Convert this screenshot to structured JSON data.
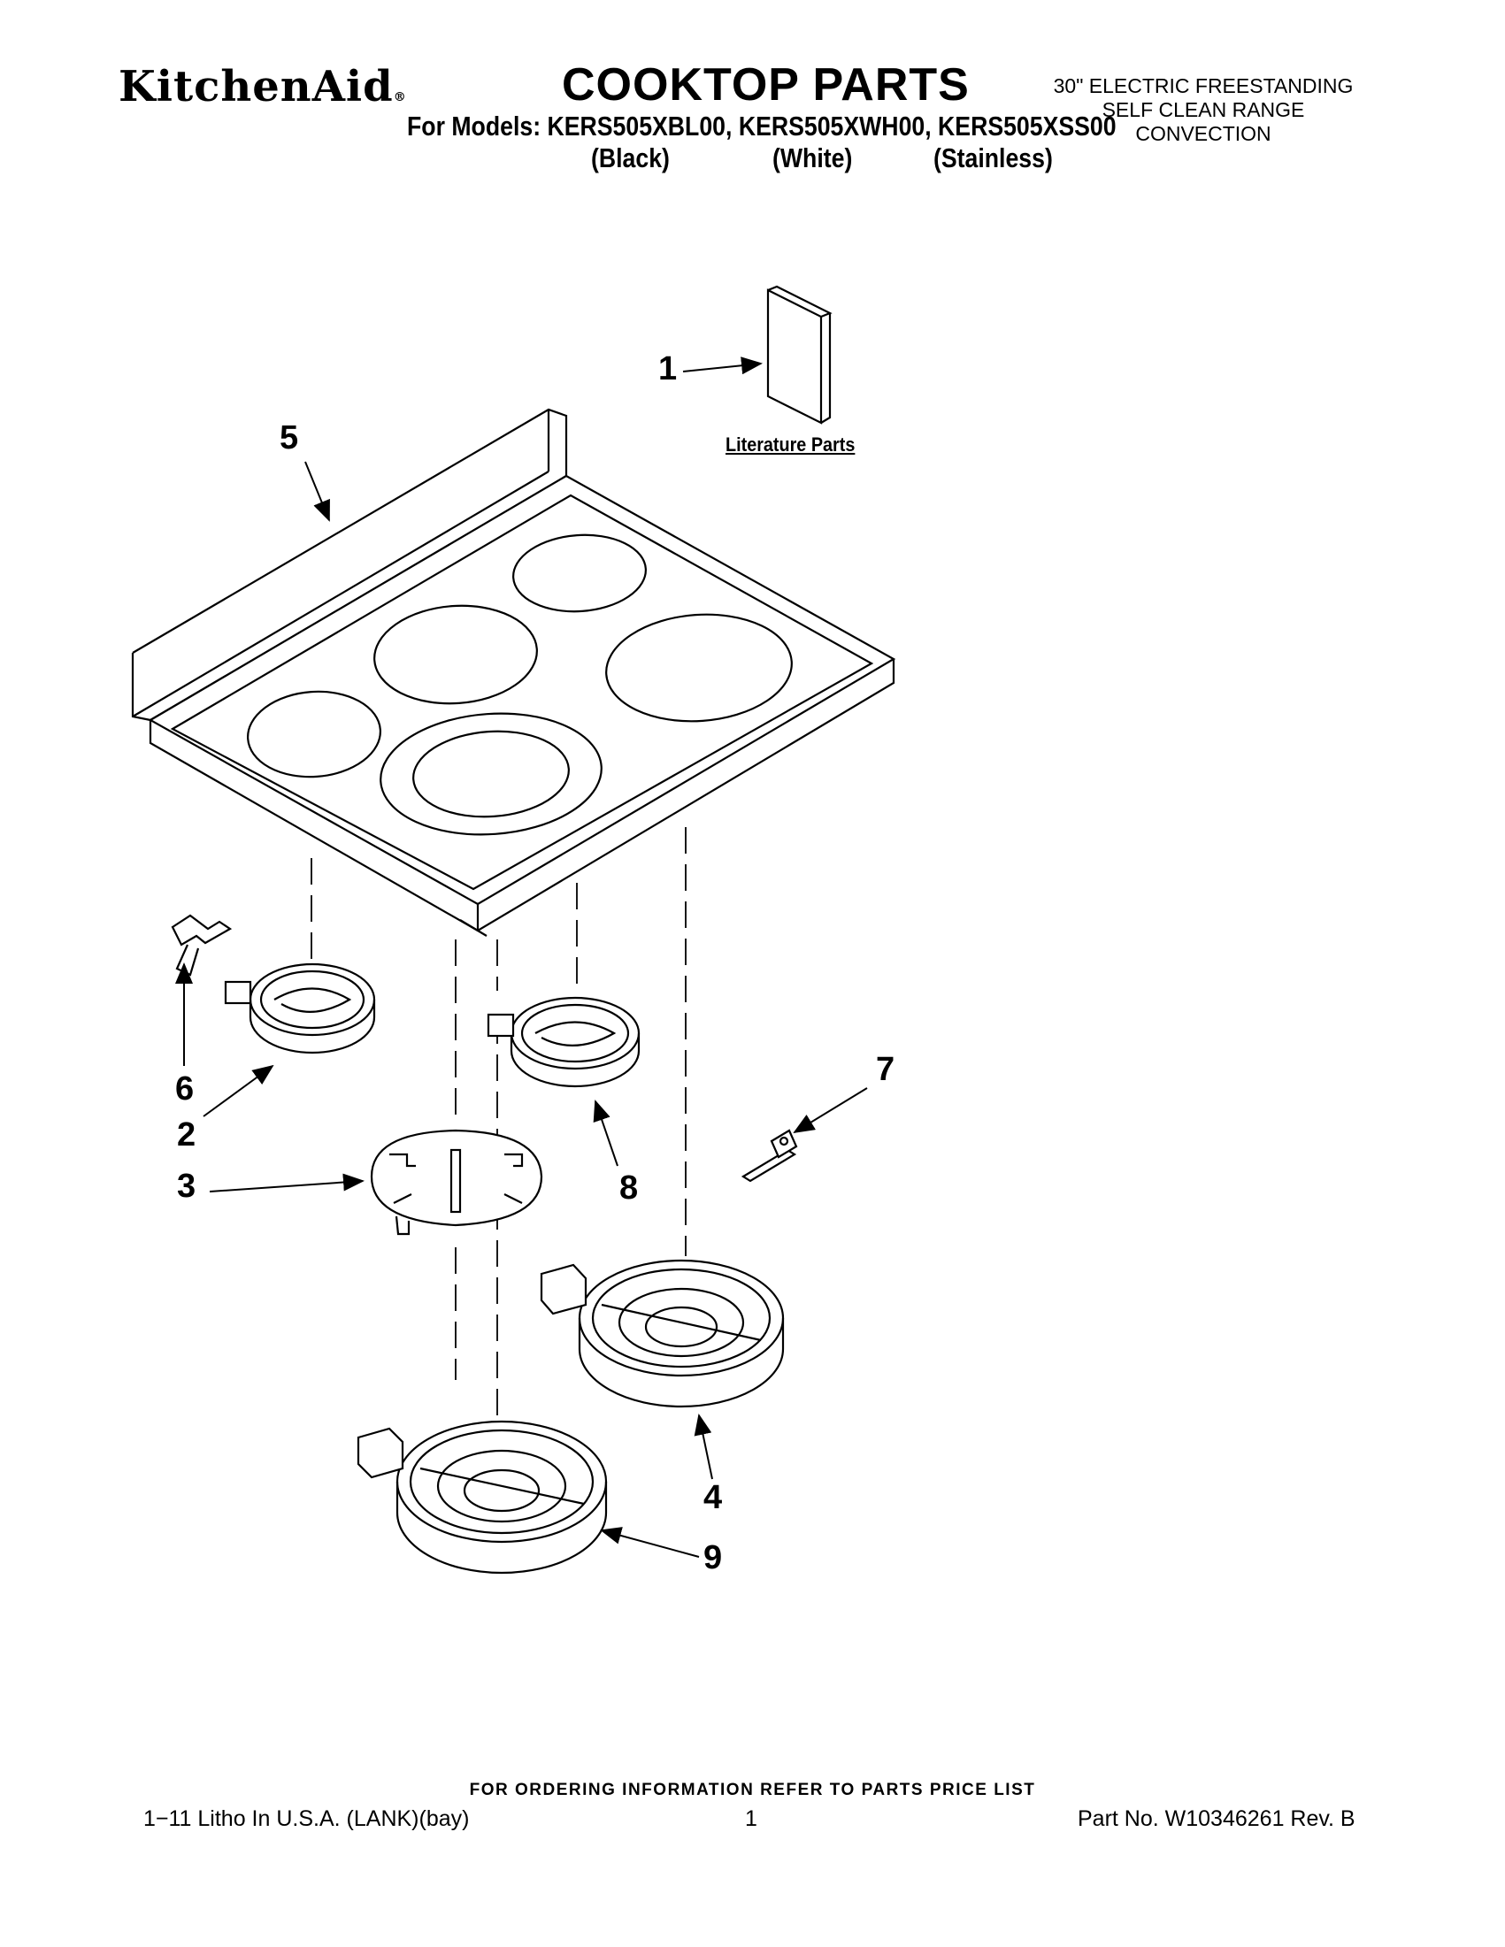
{
  "header": {
    "brand": "KitchenAid",
    "brand_mark": "®",
    "title": "COOKTOP PARTS",
    "description_lines": [
      "30\" ELECTRIC FREESTANDING",
      "SELF CLEAN RANGE",
      "CONVECTION"
    ],
    "models_line": "For Models: KERS505XBL00, KERS505XWH00, KERS505XSS00",
    "variants": [
      "(Black)",
      "(White)",
      "(Stainless)"
    ]
  },
  "diagram": {
    "literature_label": "Literature Parts",
    "callouts": [
      "1",
      "2",
      "3",
      "4",
      "5",
      "6",
      "7",
      "8",
      "9"
    ]
  },
  "footer": {
    "ordering_note": "FOR ORDERING INFORMATION REFER TO PARTS PRICE LIST",
    "litho": "1−11 Litho In U.S.A. (LANK)(bay)",
    "page_number": "1",
    "part_number": "Part No. W10346261 Rev. B"
  }
}
